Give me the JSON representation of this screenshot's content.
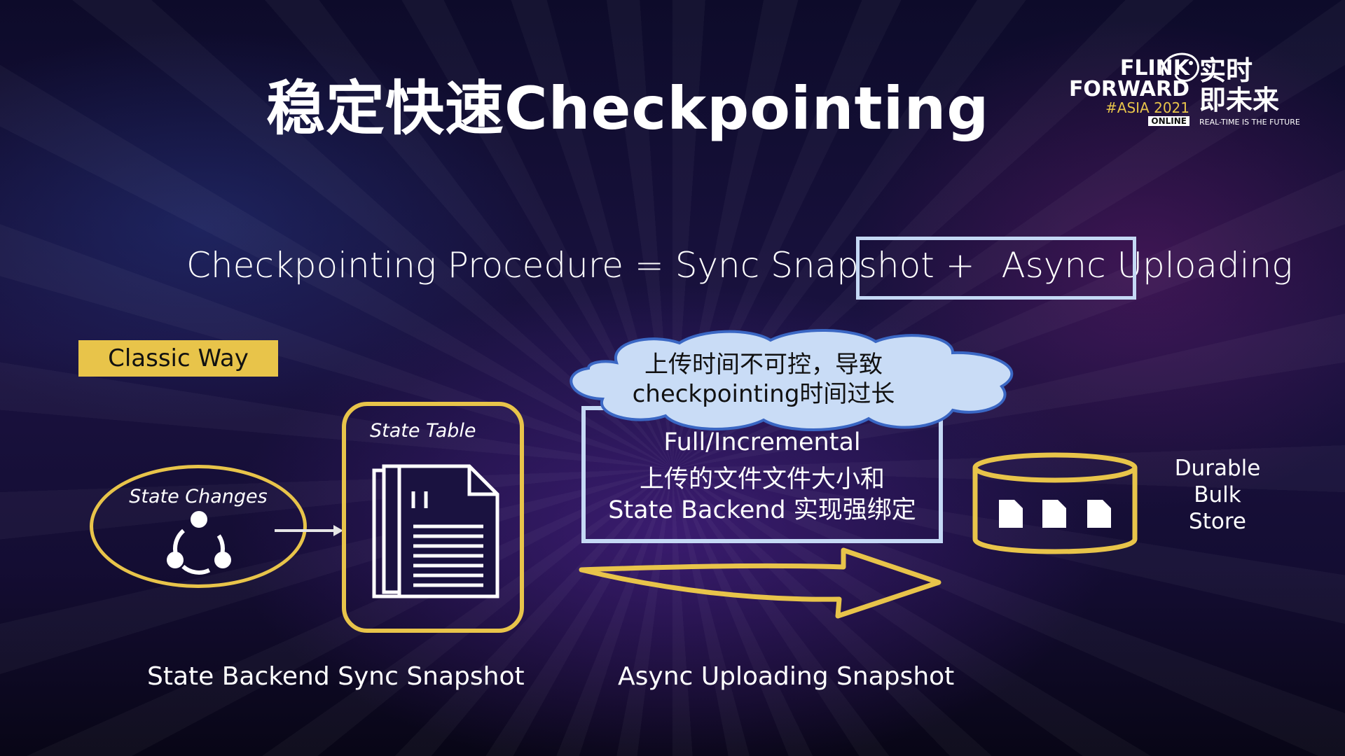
{
  "slide": {
    "title": "稳定快速Checkpointing",
    "logo": {
      "line1": "FLINK",
      "line2": "FORWARD",
      "line3": "#ASIA 2021",
      "line4": "ONLINE",
      "cn1": "实时",
      "cn2": "即未来",
      "tagline": "REAL-TIME IS THE FUTURE"
    },
    "formula": {
      "left": "Checkpointing Procedure  = Sync Snapshot +",
      "boxed": "Async Uploading"
    },
    "badge": "Classic Way",
    "state_changes": "State Changes",
    "state_table": "State Table",
    "sync_caption": "State Backend Sync Snapshot",
    "cloud": {
      "line1": "上传时间不可控，导致",
      "line2": "checkpointing时间过长"
    },
    "upload_box": {
      "line1": "Full/Incremental",
      "line2": "上传的文件文件大小和",
      "line3": "State Backend 实现强绑定"
    },
    "async_caption": "Async Uploading Snapshot",
    "store": {
      "line1": "Durable",
      "line2": "Bulk",
      "line3": "Store"
    }
  },
  "colors": {
    "accent_yellow": "#e8c44a",
    "accent_blue": "#c5d9f5",
    "cloud_fill": "#c9dcf6"
  }
}
